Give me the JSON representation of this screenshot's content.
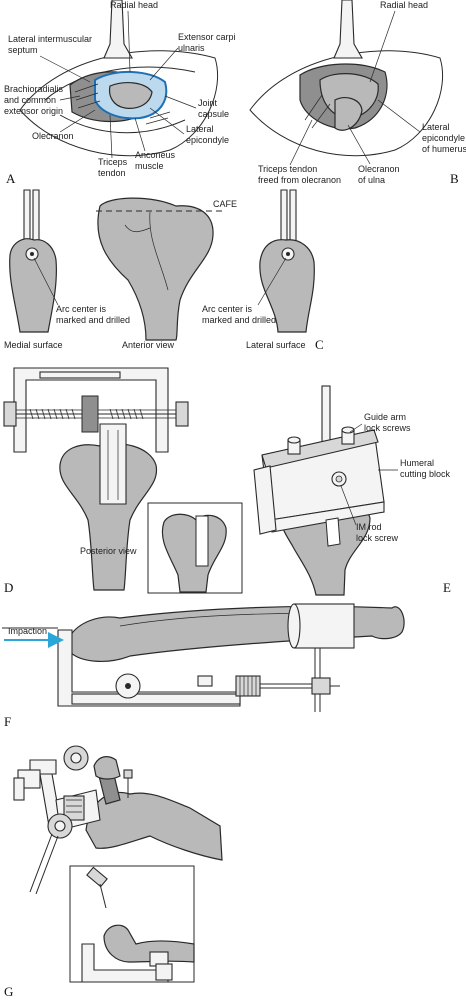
{
  "panels": {
    "a": "A",
    "b": "B",
    "c": "C",
    "d": "D",
    "e": "E",
    "f": "F",
    "g": "G"
  },
  "panel_a": {
    "radial_head": "Radial head",
    "lateral_intermuscular": "Lateral intermuscular",
    "septum": "septum",
    "extensor_carpi": "Extensor carpi",
    "ulnaris": "ulnaris",
    "brachioradialis": "Brachioradialis",
    "and_common": "and common",
    "extensor_origin": "extensor origin",
    "joint": "Joint",
    "capsule": "capsule",
    "lateral": "Lateral",
    "epicondyle": "epicondyle",
    "olecranon": "Olecranon",
    "triceps": "Triceps",
    "tendon": "tendon",
    "anconeus": "Anconeus",
    "muscle": "muscle"
  },
  "panel_b": {
    "radial_head": "Radial head",
    "lateral": "Lateral",
    "epicondyle": "epicondyle",
    "of_humerus": "of humerus",
    "triceps_tendon": "Triceps tendon",
    "freed_from": "freed from olecranon",
    "olecranon": "Olecranon",
    "of_ulna": "of ulna"
  },
  "panel_c": {
    "cafe": "CAFE",
    "arc_center_1": "Arc center is",
    "marked_drilled_1": "marked and drilled",
    "arc_center_2": "Arc center is",
    "marked_drilled_2": "marked and drilled",
    "medial_surface": "Medial surface",
    "anterior_view": "Anterior view",
    "lateral_surface": "Lateral surface"
  },
  "panel_d": {
    "posterior_view": "Posterior view"
  },
  "panel_e": {
    "guide_arm": "Guide arm",
    "lock_screws": "lock screws",
    "humeral": "Humeral",
    "cutting_block": "cutting block",
    "im_rod": "IM rod",
    "lock_screw": "lock screw"
  },
  "panel_f": {
    "impaction": "Impaction"
  },
  "colors": {
    "capsule": "#1f6fb3",
    "impaction_arrow": "#2aa7d8",
    "bone": "#b9b9b9"
  }
}
